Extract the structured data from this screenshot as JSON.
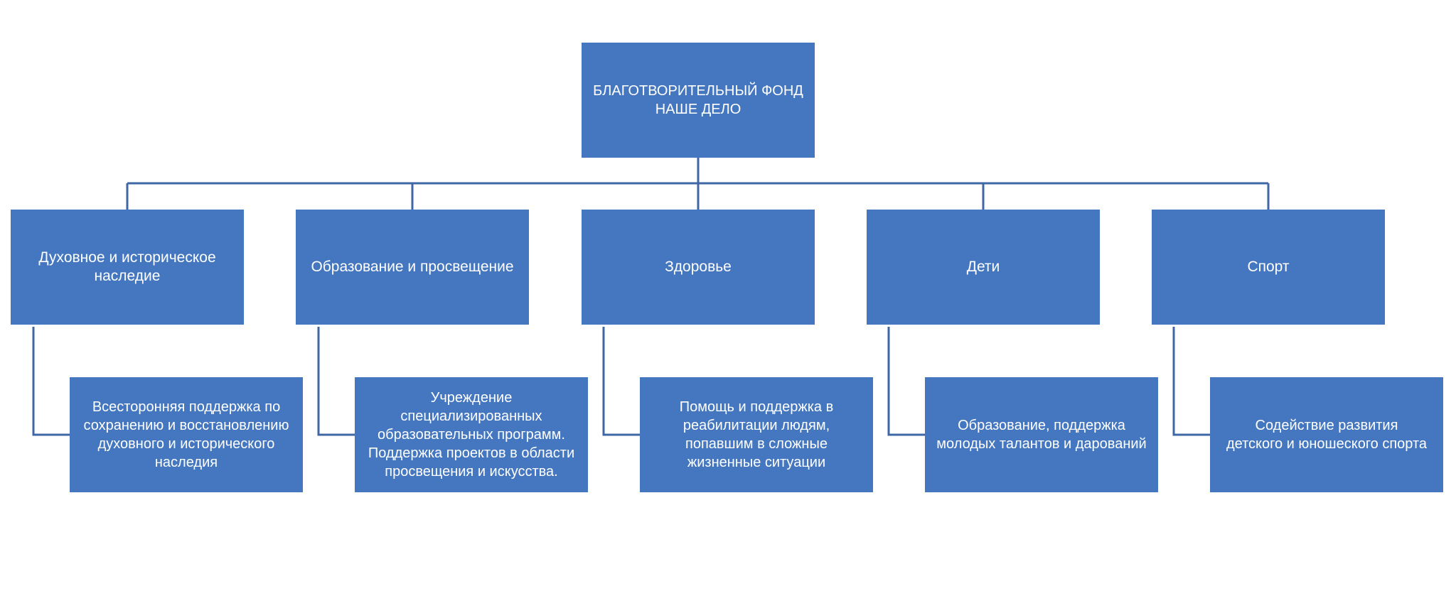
{
  "root": {
    "label": "БЛАГОТВОРИТЕЛЬНЫЙ ФОНД\nНАШЕ ДЕЛО"
  },
  "categories": [
    {
      "label": "Духовное и историческое\nнаследие",
      "description": "Всесторонняя поддержка по\nсохранению и восстановлению\nдуховного и исторического\nнаследия"
    },
    {
      "label": "Образование и просвещение",
      "description": "Учреждение\nспециализированных\nобразовательных программ.\nПоддержка проектов в области\nпросвещения и искусства."
    },
    {
      "label": "Здоровье",
      "description": "Помощь и поддержка в\nреабилитации людям,\nпопавшим в сложные\nжизненные ситуации"
    },
    {
      "label": "Дети",
      "description": "Образование, поддержка\nмолодых талантов и дарований"
    },
    {
      "label": "Спорт",
      "description": "Содействие развития\nдетского и юношеского спорта"
    }
  ],
  "colors": {
    "box_fill": "#4477c0",
    "connector": "#3f67a6",
    "text": "#ffffff"
  }
}
